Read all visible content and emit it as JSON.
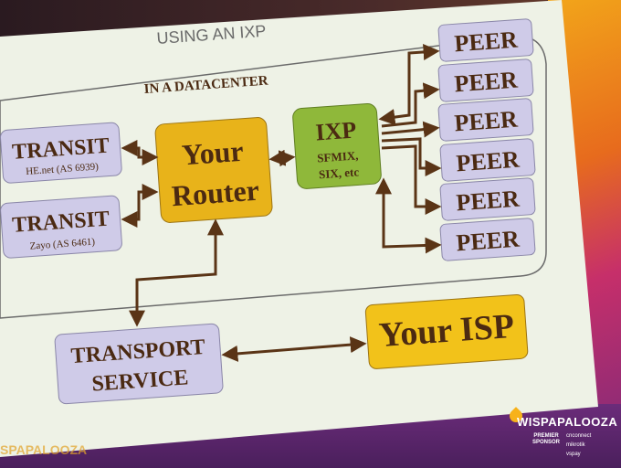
{
  "slide": {
    "title": "USING AN IXP",
    "subtitle": "IN A DATACENTER",
    "transit1": {
      "title": "TRANSIT",
      "sub": "HE.net (AS 6939)"
    },
    "transit2": {
      "title": "TRANSIT",
      "sub": "Zayo (AS 6461)"
    },
    "router": {
      "line1": "Your",
      "line2": "Router"
    },
    "ixp": {
      "title": "IXP",
      "line1": "SFMIX,",
      "line2": "SIX, etc"
    },
    "peers": [
      "PEER",
      "PEER",
      "PEER",
      "PEER",
      "PEER",
      "PEER"
    ],
    "transport": {
      "line1": "TRANSPORT",
      "line2": "SERVICE"
    },
    "isp": "Your ISP"
  },
  "event": {
    "name": "WISPAPALOOZA",
    "premier": "PREMIER SPONSOR",
    "sponsors": [
      "cnconnect",
      "mikrotik",
      "vspay"
    ],
    "left_logo": "SPAPALOOZA"
  },
  "colors": {
    "box_purple": "#cfcbe8",
    "box_gold": "#e8b31a",
    "box_green": "#8fb83a",
    "arrow": "#5a3416",
    "text_brown": "#4b2a12",
    "slide_bg": "#eef2e6"
  }
}
